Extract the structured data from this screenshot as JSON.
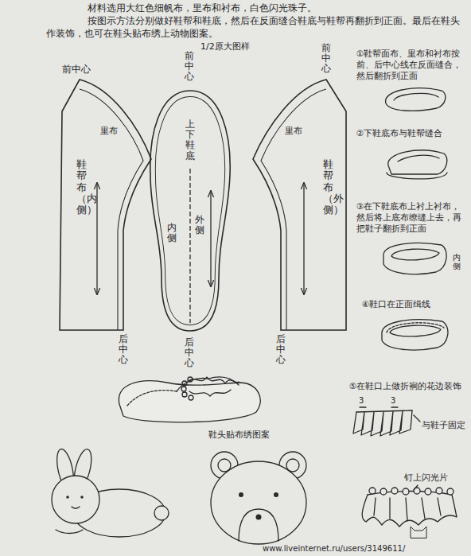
{
  "diagram": {
    "nodes": [
      {
        "text": [
          "里布",
          "鞋帮布（内侧）"
        ]
      },
      {
        "text": [
          "上下鞋底",
          "内侧",
          "外侧"
        ]
      },
      {
        "text": [
          "里布",
          "鞋帮布（外侧）"
        ]
      }
    ],
    "labels": [
      "材料选用大红色细帆布，里布和衬布，白色闪光珠子。",
      "按图示方法分别做好鞋帮和鞋底，然后在反面缝合鞋底与鞋帮再翻折到正面。最后在鞋头作装饰，也可在鞋头贴布绣上动物图案。",
      "1/2原大图样",
      "前中心",
      "后中心",
      "前中心",
      "后中心",
      "前中心",
      "后中心",
      "①鞋帮面布、里布和衬布按前、后中心线在反面缝合，然后翻折到正面",
      "②下鞋底布与鞋帮缝合",
      "③在下鞋底布上衬上衬布，然后将上底布缭缝上去，再把鞋子翻折到正面",
      "内侧",
      "④鞋口在正面缉线",
      "⑤在鞋口上做折裥的花边装饰",
      "3",
      "3",
      "与鞋子固定",
      "钉上闪光片",
      "鞋头贴布绣图案",
      "www.liveinternet.ru/users/3149611/"
    ]
  }
}
